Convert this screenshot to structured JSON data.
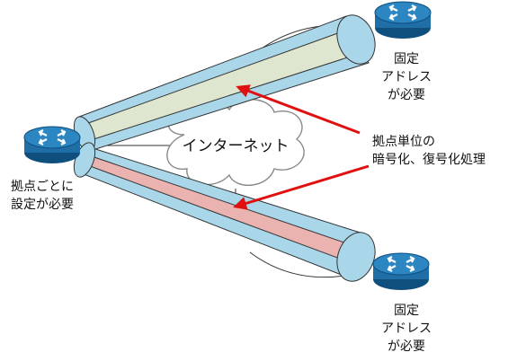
{
  "labels": {
    "internet": "インターネット",
    "left_router_line1": "拠点ごとに",
    "left_router_line2": "設定が必要",
    "top_router_line1": "固定",
    "top_router_line2": "アドレス",
    "top_router_line3": "が必要",
    "bottom_router_line1": "固定",
    "bottom_router_line2": "アドレス",
    "bottom_router_line3": "が必要",
    "callout_line1": "拠点単位の",
    "callout_line2": "暗号化、復号化処理"
  },
  "icons": {
    "router": "router-icon",
    "cloud": "cloud-icon",
    "arrow": "red-arrow"
  },
  "colors": {
    "router_fill": "#1f6fa6",
    "router_edge": "#0f4f7e",
    "tunnel_outer": "#a9d6e8",
    "tunnel_upper_core": "#dfe6cf",
    "tunnel_lower_core": "#ebb3b0",
    "arrow": "#e01010",
    "cloud_stroke": "#8a8a8a"
  }
}
